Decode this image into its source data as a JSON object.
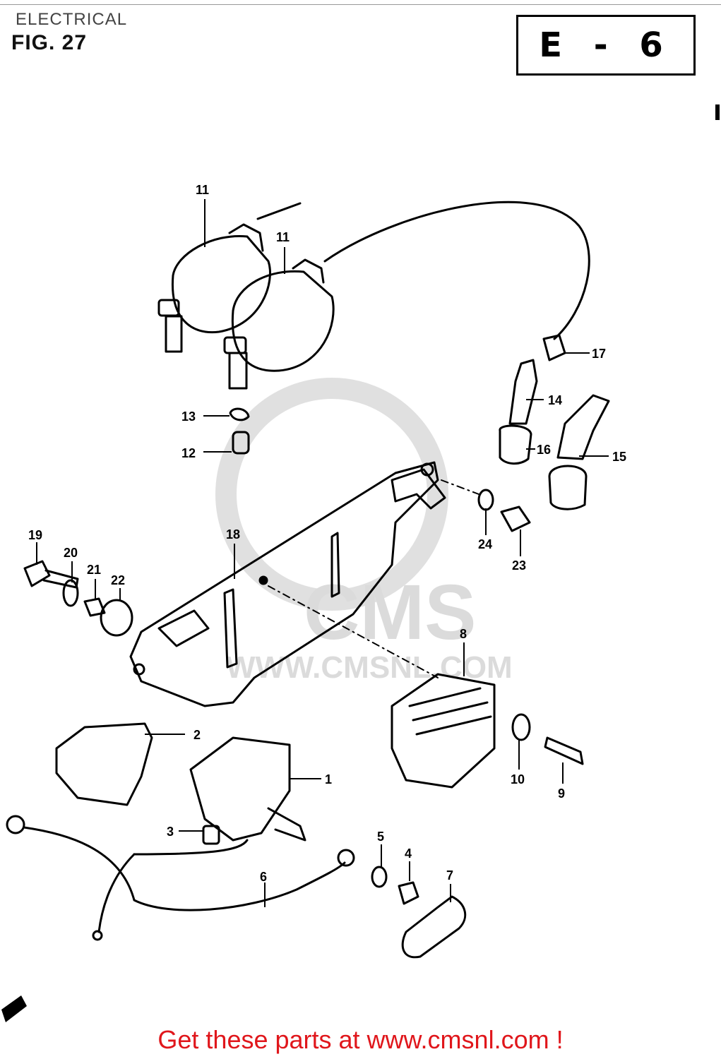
{
  "header": {
    "section_title": "ELECTRICAL",
    "figure_label": "FIG. 27",
    "section_code": "E - 6"
  },
  "watermark": {
    "brand": "CMS",
    "url": "WWW.CMSNL.COM"
  },
  "callouts": {
    "c1": "1",
    "c2": "2",
    "c3": "3",
    "c4": "4",
    "c5": "5",
    "c6": "6",
    "c7": "7",
    "c8": "8",
    "c9": "9",
    "c10": "10",
    "c11a": "11",
    "c11b": "11",
    "c12": "12",
    "c13": "13",
    "c14": "14",
    "c15": "15",
    "c16": "16",
    "c17": "17",
    "c18": "18",
    "c19": "19",
    "c20": "20",
    "c21": "21",
    "c22": "22",
    "c23": "23",
    "c24": "24"
  },
  "footer": {
    "text": "Get these parts at www.cmsnl.com !"
  }
}
